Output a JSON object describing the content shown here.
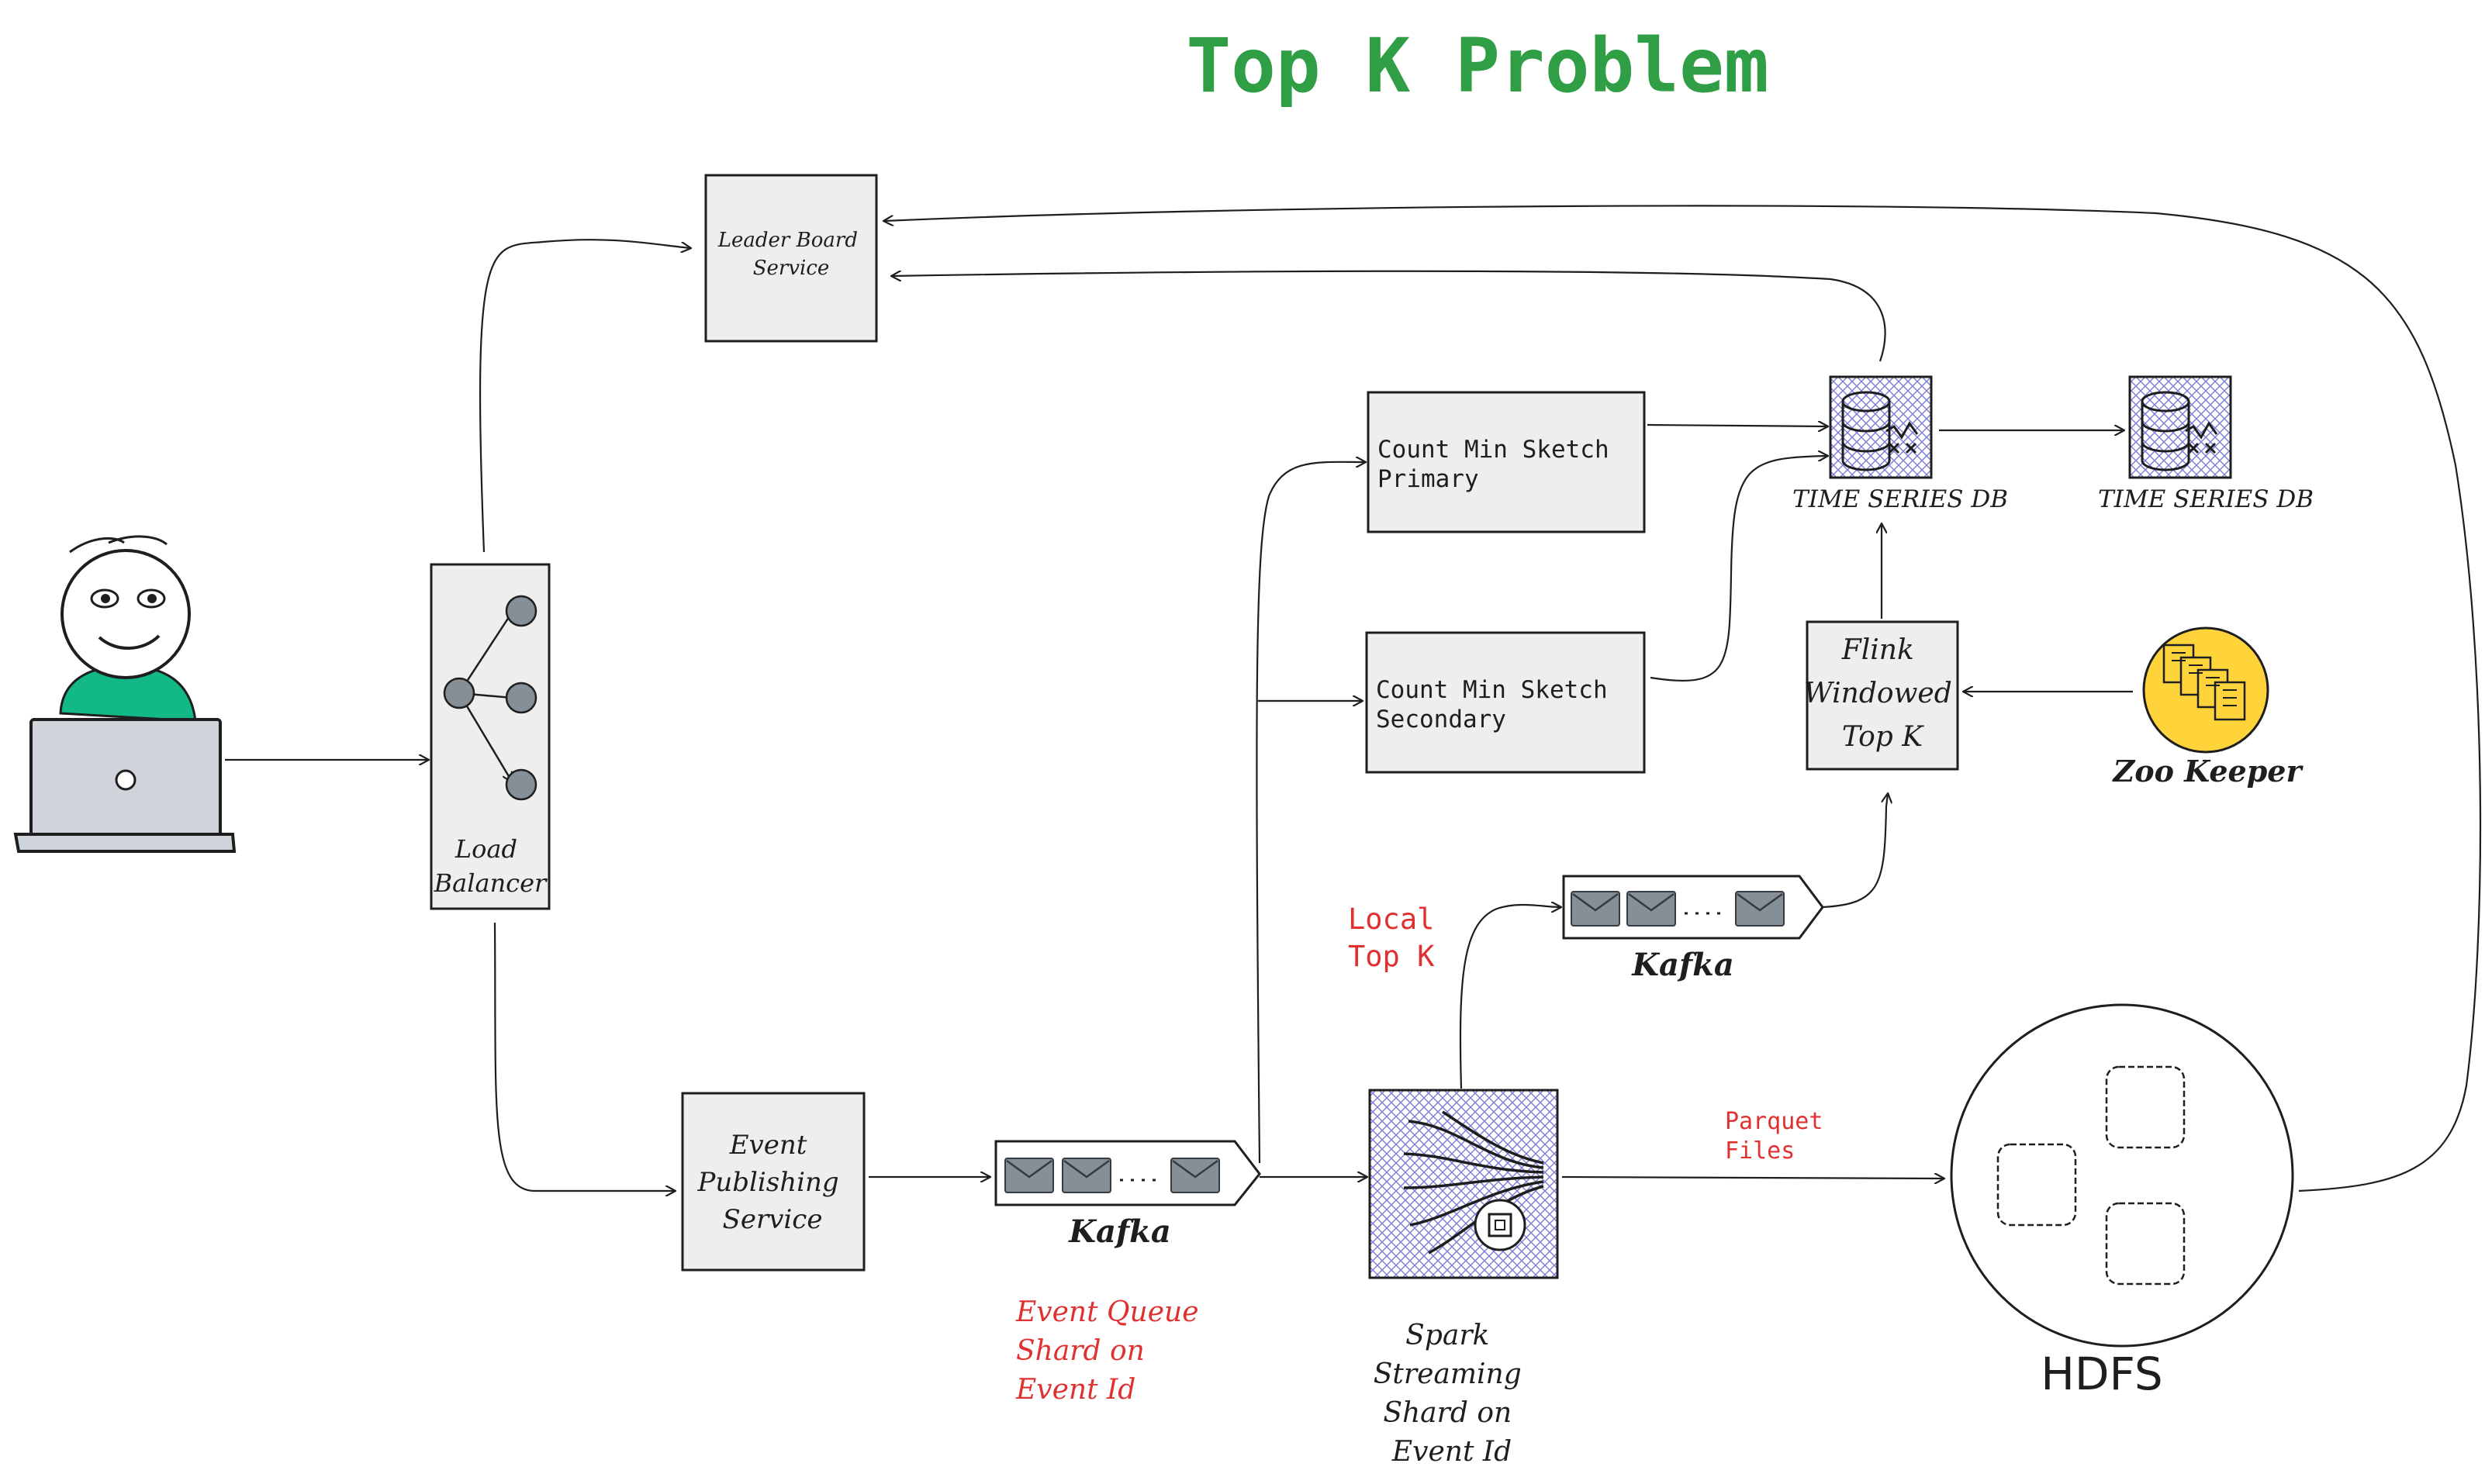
{
  "title": "Top K Problem",
  "nodes": {
    "leaderboard": [
      "Leader Board",
      "Service"
    ],
    "load_balancer": [
      "Load",
      "Balancer"
    ],
    "event_publishing": [
      "Event",
      "Publishing",
      "Service"
    ],
    "kafka_1": "Kafka",
    "kafka_2": "Kafka",
    "cms_primary": [
      "Count Min Sketch",
      "Primary"
    ],
    "cms_secondary": [
      "Count Min Sketch",
      "Secondary"
    ],
    "tsdb_1": "TIME SERIES DB",
    "tsdb_2": "TIME SERIES DB",
    "flink": [
      "Flink",
      "Windowed",
      "Top K"
    ],
    "zookeeper": "Zoo Keeper",
    "spark": [
      "Spark",
      "Streaming",
      "Shard on",
      "Event Id"
    ],
    "hdfs": "HDFS"
  },
  "annotations": {
    "event_queue": [
      "Event Queue",
      "Shard on",
      "Event Id"
    ],
    "local_topk": [
      "Local",
      "Top K"
    ],
    "parquet": [
      "Parquet",
      "Files"
    ]
  },
  "colors": {
    "title": "#2f9e44",
    "annotation": "#e03131",
    "box_fill": "#eeeeee",
    "stroke": "#1e1e1e",
    "user_shirt": "#12b886",
    "zookeeper": "#ffd43b",
    "hatch": "#7b7bd6"
  },
  "icons": [
    "user-icon",
    "laptop-icon",
    "load-balancer-icon",
    "message-queue-icon",
    "database-icon",
    "spark-icon",
    "zookeeper-icon",
    "hdfs-icon"
  ]
}
